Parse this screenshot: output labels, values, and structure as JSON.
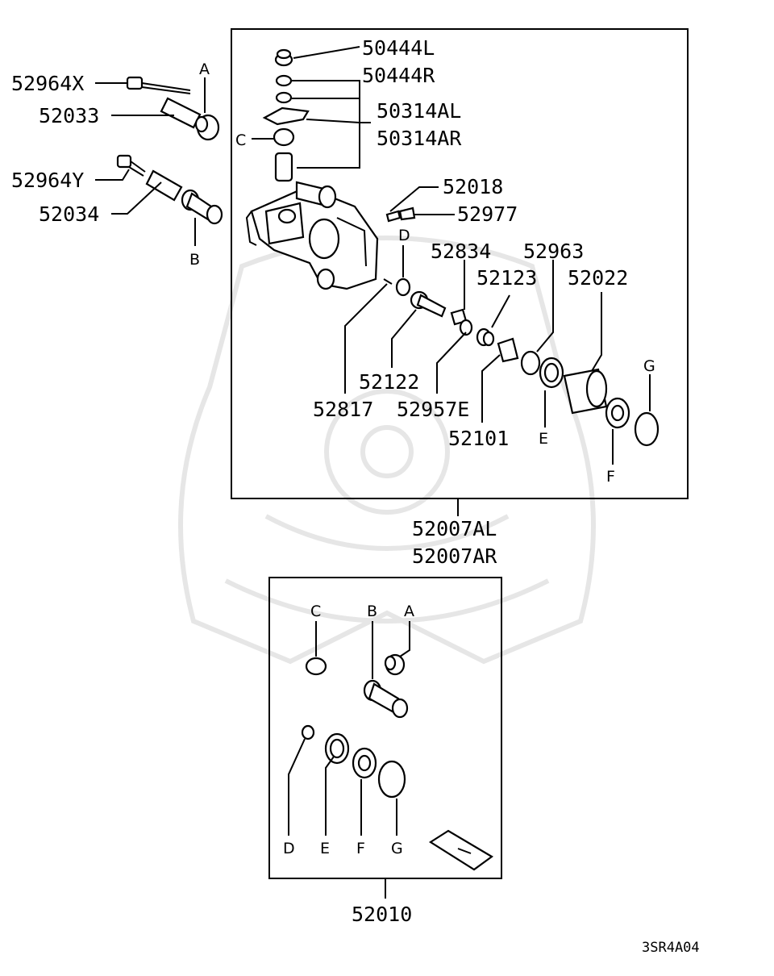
{
  "kit_box": {
    "part_numbers": [
      "50444L",
      "50444R",
      "50314AL",
      "50314AR",
      "52018",
      "52977",
      "52834",
      "52963",
      "52123",
      "52022",
      "52122",
      "52817",
      "52957E",
      "52101"
    ],
    "letters": [
      "C",
      "D",
      "E",
      "F",
      "G"
    ]
  },
  "outside": {
    "part_numbers": [
      "52964X",
      "52033",
      "52964Y",
      "52034"
    ],
    "letters": [
      "A",
      "B"
    ]
  },
  "assembly": {
    "label_l": "52007AL",
    "label_r": "52007AR"
  },
  "seal_kit": {
    "letters_top": [
      "C",
      "B",
      "A"
    ],
    "letters_bottom": [
      "D",
      "E",
      "F",
      "G"
    ],
    "label": "52010"
  },
  "diagram_code": "3SR4A04"
}
